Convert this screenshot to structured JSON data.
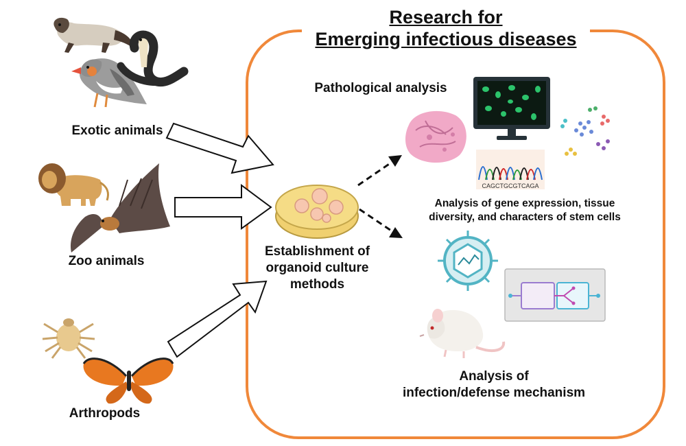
{
  "title": {
    "line1": "Research for",
    "line2": "Emerging infectious diseases"
  },
  "sources": {
    "exotic": "Exotic animals",
    "zoo": "Zoo animals",
    "arthropods": "Arthropods"
  },
  "center": {
    "line1": "Establishment of",
    "line2": "organoid culture",
    "line3": "methods"
  },
  "pathology": {
    "heading": "Pathological analysis",
    "sequence": "CAGCTGCGTCAGA",
    "caption_line1": "Analysis of gene expression, tissue",
    "caption_line2": "diversity, and characters of stem cells"
  },
  "infection": {
    "line1": "Analysis of",
    "line2": "infection/defense mechanism"
  },
  "colors": {
    "frame": "#f0883a",
    "petri_dish": "#f5dc86",
    "organoid": "#f7c7b0",
    "tissue": "#f1a9c7",
    "monitor": "#263238",
    "cells": "#2cc36b",
    "virus": "#52b4c4"
  },
  "icons": [
    "ferret-icon",
    "finch-icon",
    "cobra-icon",
    "lion-icon",
    "bat-icon",
    "tick-icon",
    "butterfly-icon",
    "petri-dish-icon",
    "tissue-section-icon",
    "microscopy-monitor-icon",
    "single-cell-cluster-icon",
    "sequencing-chromatogram-icon",
    "virus-icon",
    "microfluidic-chip-icon",
    "mouse-icon"
  ]
}
